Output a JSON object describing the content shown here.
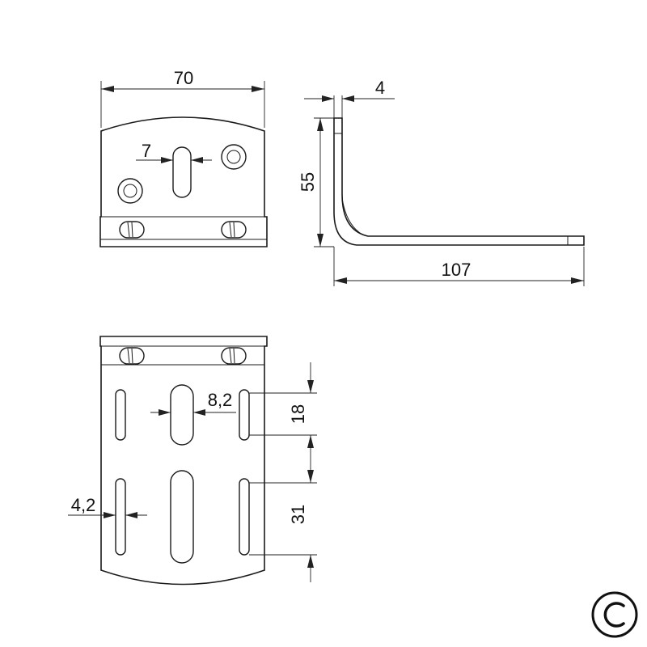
{
  "dimensions": {
    "top_width": "70",
    "slot_width_top": "7",
    "thickness": "4",
    "height": "55",
    "length": "107",
    "slot_width_mid": "8,2",
    "slot_length_short": "18",
    "slot_width_small": "4,2",
    "slot_length_long": "31"
  },
  "copyright_symbol": "©"
}
